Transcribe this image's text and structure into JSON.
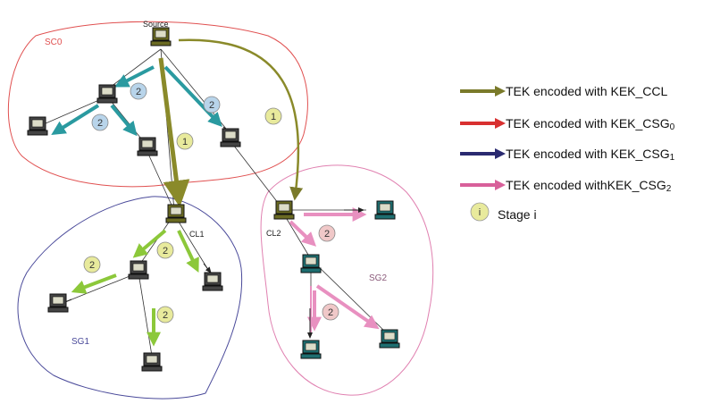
{
  "groups": {
    "sc0": {
      "label": "SC0",
      "color": "#e05050"
    },
    "sg1": {
      "label": "SG1",
      "color": "#4a4a9a"
    },
    "sg2": {
      "label": "SG2",
      "color": "#e080b0"
    }
  },
  "nodes": {
    "source": {
      "label": "Source"
    },
    "cl1": {
      "label": "CL1"
    },
    "cl2": {
      "label": "CL2"
    }
  },
  "stage_badges": {
    "stage1": "1",
    "stage2": "2"
  },
  "legend": {
    "items": [
      {
        "id": "ccl",
        "text": "TEK encoded with KEK_CCL",
        "sub": "",
        "color": "#7a7a2a",
        "kind": "arrow"
      },
      {
        "id": "csg0",
        "text": "TEK  encoded with KEK_CSG",
        "sub": "0",
        "color": "#d83030",
        "kind": "arrow"
      },
      {
        "id": "csg1",
        "text": "TEK  encoded with KEK_CSG",
        "sub": "1",
        "color": "#2a2a70",
        "kind": "arrow"
      },
      {
        "id": "csg2",
        "text": "TEK  encoded withKEK_CSG",
        "sub": "2",
        "color": "#d8609a",
        "kind": "arrow"
      },
      {
        "id": "stage",
        "text": "Stage i",
        "sub": "",
        "badge": "i",
        "color": "#e8ea9c",
        "kind": "badge"
      }
    ]
  },
  "colors": {
    "olive": "#8a8a2a",
    "teal": "#2a9aa0",
    "green": "#8cc83a",
    "pink": "#e890c0",
    "badge_yellow": "#e8ea9c",
    "badge_blue": "#b8d4ea",
    "badge_pink": "#f0c8c8",
    "pc_olive": "#6a6a22",
    "pc_teal": "#1e6e70",
    "pc_gray": "#444444"
  },
  "icons": {
    "computer": "computer-icon"
  }
}
